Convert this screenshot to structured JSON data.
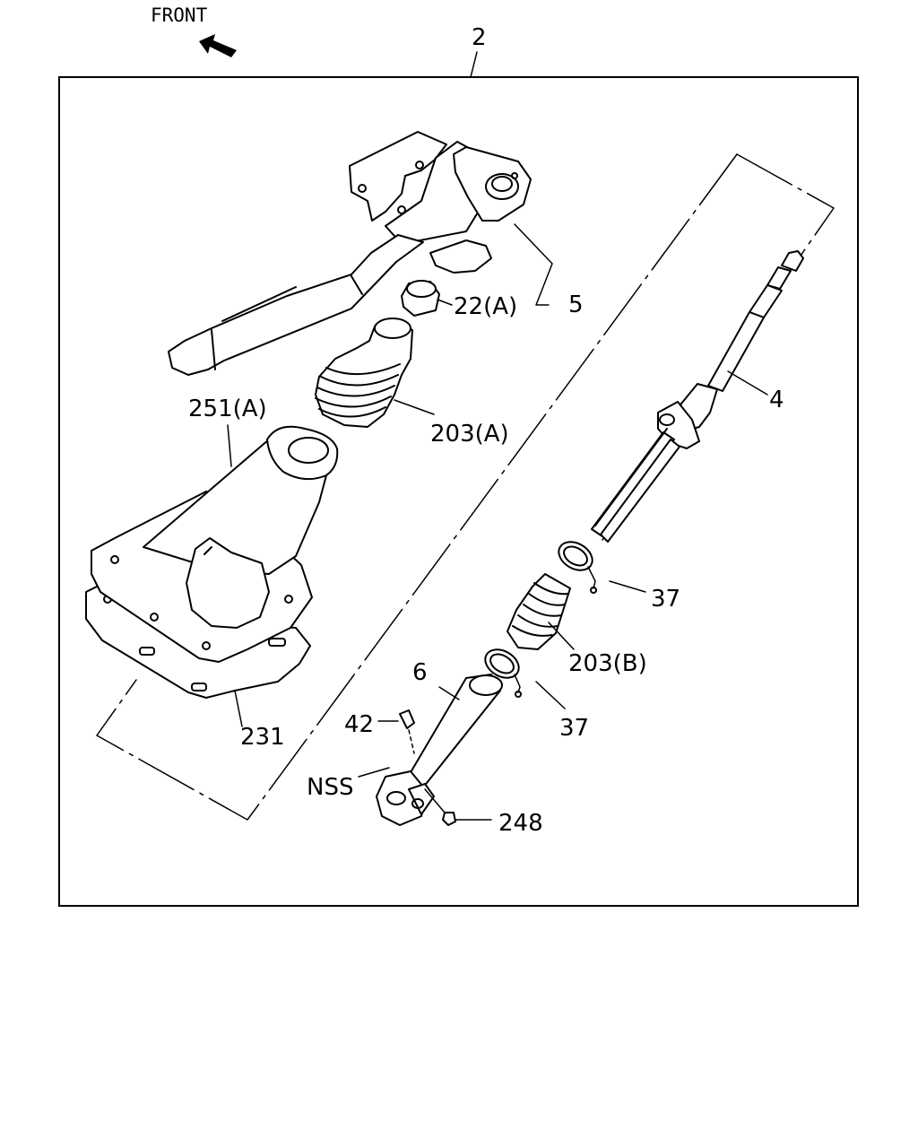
{
  "orientation": {
    "label": "FRONT",
    "arrow_icon": "front-arrow-icon"
  },
  "assembly_number": "2",
  "callouts": {
    "c5": "5",
    "c22a": "22(A)",
    "c4": "4",
    "c203a": "203(A)",
    "c251a": "251(A)",
    "c37a": "37",
    "c203b": "203(B)",
    "c6": "6",
    "c37b": "37",
    "c42": "42",
    "cnss": "NSS",
    "c231": "231",
    "c248": "248"
  }
}
